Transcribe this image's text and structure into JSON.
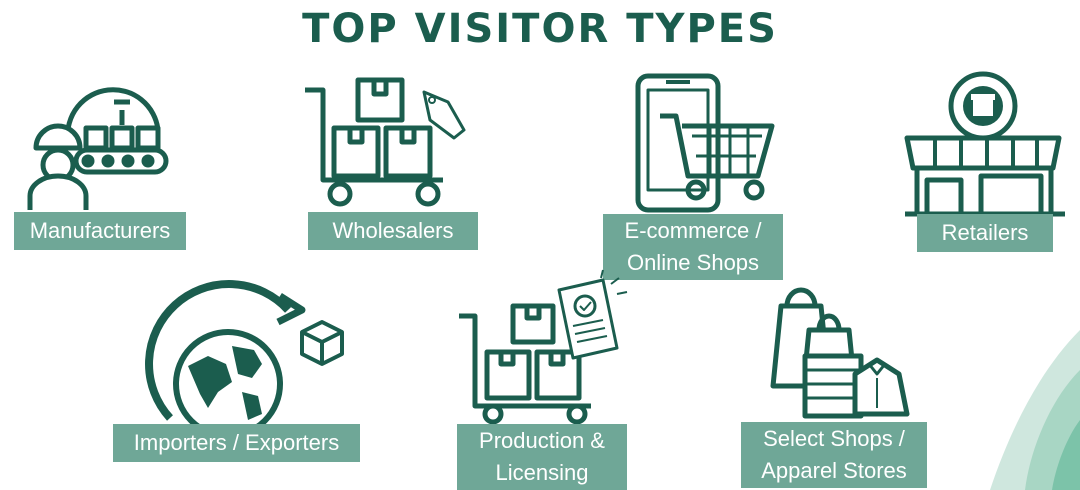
{
  "title": "TOP VISITOR TYPES",
  "colors": {
    "icon": "#1b5d4e",
    "label_bg": "#6fa797",
    "label_text": "#ffffff"
  },
  "visitor_types": [
    {
      "label": "Manufacturers",
      "icon": "factory-worker-icon"
    },
    {
      "label": "Wholesalers",
      "icon": "cart-boxes-icon"
    },
    {
      "label_lines": [
        "E-commerce /",
        "Online Shops"
      ],
      "icon": "phone-cart-icon"
    },
    {
      "label": "Retailers",
      "icon": "storefront-icon"
    },
    {
      "label": "Importers / Exporters",
      "icon": "globe-arrow-icon"
    },
    {
      "label_lines": [
        "Production &",
        "Licensing"
      ],
      "icon": "cart-certificate-icon"
    },
    {
      "label_lines": [
        "Select Shops /",
        "Apparel Stores"
      ],
      "icon": "shopping-bags-apparel-icon"
    }
  ]
}
